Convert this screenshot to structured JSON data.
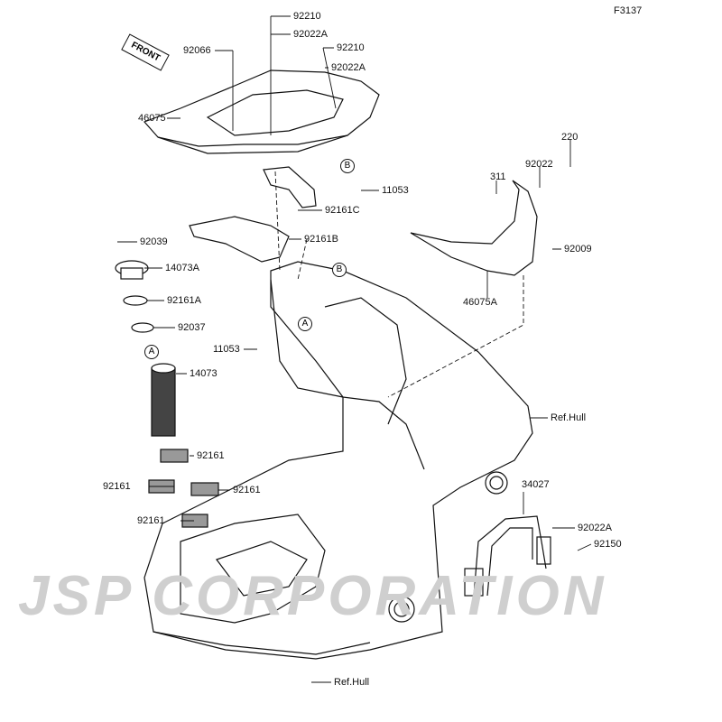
{
  "figure_id": "F3137",
  "watermark": "JSP CORPORATION",
  "front_indicator": "FRONT",
  "callouts": {
    "a1": "A",
    "a2": "A",
    "b1": "B",
    "b2": "B"
  },
  "parts": [
    "92210",
    "92022A",
    "92066",
    "92210",
    "92022A",
    "46075",
    "11053",
    "92161C",
    "92161B",
    "92039",
    "14073A",
    "92161A",
    "92037",
    "14073",
    "11053",
    "220",
    "92022",
    "311",
    "92009",
    "46075A",
    "Ref.Hull",
    "92161",
    "92161",
    "92161",
    "92161",
    "34027",
    "92022A",
    "92150",
    "Ref.Hull"
  ]
}
